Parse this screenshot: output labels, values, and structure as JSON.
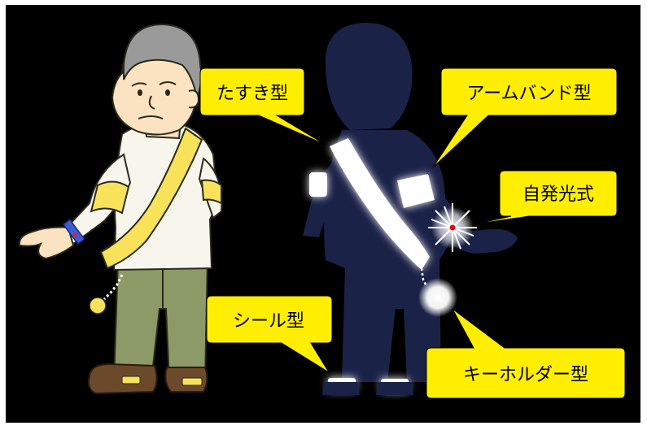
{
  "labels": {
    "tasuki": "たすき型",
    "armband": "アームバンド型",
    "self_luminous": "自発光式",
    "sticker": "シール型",
    "keyholder": "キーホルダー型"
  },
  "colors": {
    "background": "#000000",
    "callout": "#ffee00",
    "reflector_yellow": "#f7e25a",
    "silhouette": "#1b2248",
    "reflective_white": "#ffffff"
  }
}
